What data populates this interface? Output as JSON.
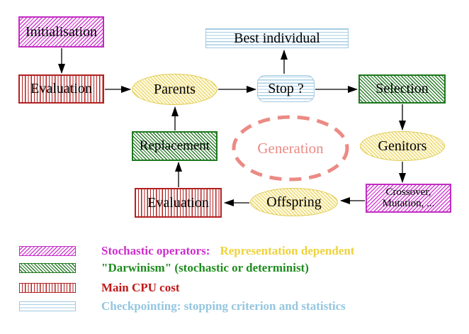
{
  "nodes": {
    "initialisation": {
      "label": "Initialisation"
    },
    "evaluation_top": {
      "label": "Evaluation"
    },
    "parents": {
      "label": "Parents"
    },
    "best_individual": {
      "label": "Best individual"
    },
    "stop": {
      "label": "Stop ?"
    },
    "selection": {
      "label": "Selection"
    },
    "replacement": {
      "label": "Replacement"
    },
    "generation": {
      "label": "Generation"
    },
    "genitors": {
      "label": "Genitors"
    },
    "evaluation_bottom": {
      "label": "Evaluation"
    },
    "offspring": {
      "label": "Offspring"
    },
    "crossover": {
      "line1": "Crossover,",
      "line2": "Mutation, ..."
    }
  },
  "legend": {
    "items": [
      {
        "swatch": "magenta-diagonal-hatch",
        "label": "Stochastic operators:",
        "label2": "Representation dependent"
      },
      {
        "swatch": "green-diagonal-hatch",
        "label": "\"Darwinism\" (stochastic or determinist)"
      },
      {
        "swatch": "red-vertical-stripes",
        "label": "Main CPU cost"
      },
      {
        "swatch": "cyan-horizontal-stripes",
        "label": "Checkpointing: stopping criterion and statistics"
      }
    ]
  },
  "colors": {
    "magenta": "#c32cc3",
    "red": "#b22222",
    "green": "#1e781e",
    "yellow_border": "#e0cc55",
    "gold_text": "#eed23c",
    "cyan": "#a0c8e0",
    "salmon": "#ec8a84",
    "arrow": "#000000"
  }
}
